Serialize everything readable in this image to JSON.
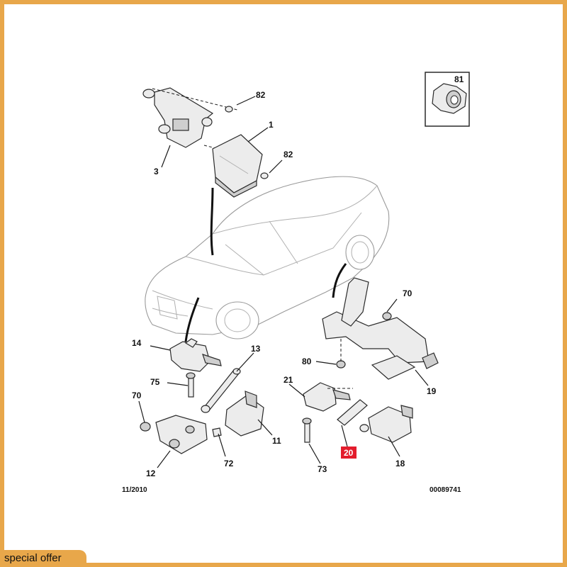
{
  "callouts": {
    "p81": "81",
    "p82a": "82",
    "p1": "1",
    "p82b": "82",
    "p3": "3",
    "p70a": "70",
    "p14": "14",
    "p13": "13",
    "p80": "80",
    "p75": "75",
    "p21": "21",
    "p19": "19",
    "p70b": "70",
    "p11": "11",
    "p72": "72",
    "p20": "20",
    "p18": "18",
    "p73": "73",
    "p12": "12"
  },
  "footer": {
    "date": "11/2010",
    "reference": "00089741"
  },
  "banner": {
    "label": "special offer"
  },
  "colors": {
    "frame": "#e8a74a",
    "highlight_badge": "#e31c2c"
  }
}
